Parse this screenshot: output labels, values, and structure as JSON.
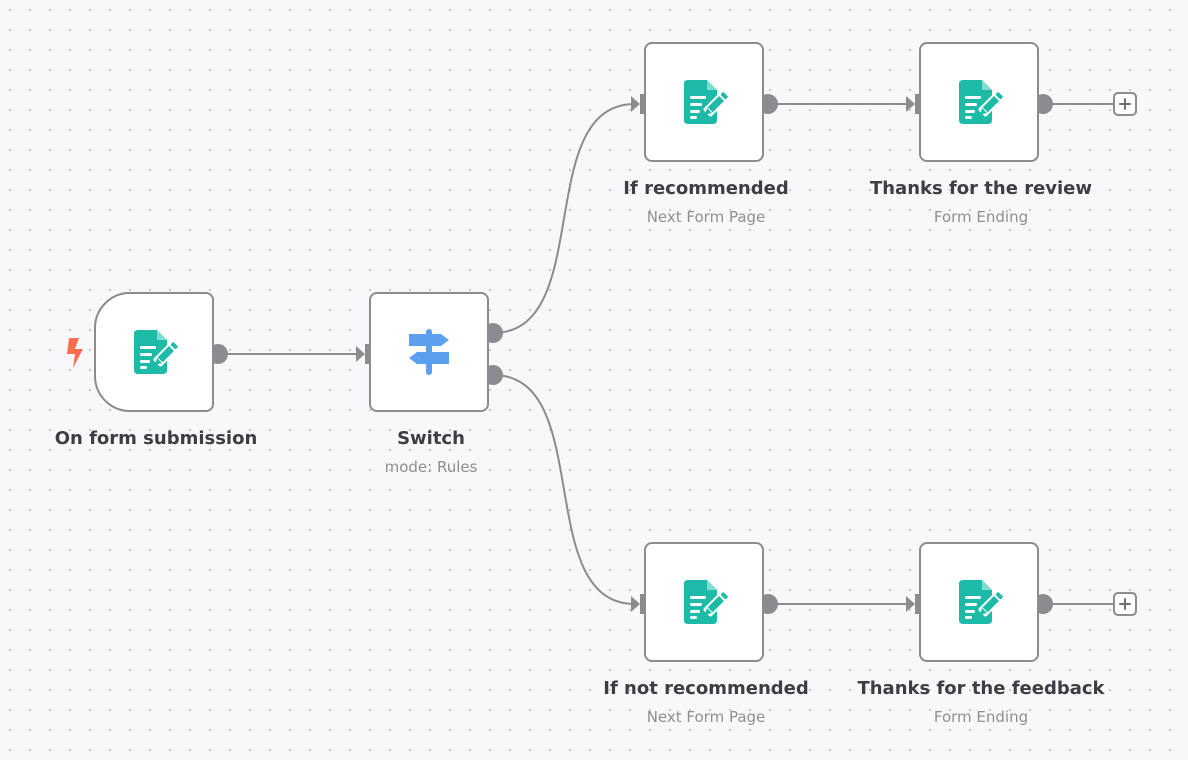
{
  "workflow": {
    "nodes": [
      {
        "id": "trigger",
        "title": "On form submission",
        "subtitle": "",
        "icon": "form-icon"
      },
      {
        "id": "switch",
        "title": "Switch",
        "subtitle": "mode: Rules",
        "icon": "signpost-icon"
      },
      {
        "id": "if-recommended",
        "title": "If recommended",
        "subtitle": "Next Form Page",
        "icon": "form-icon"
      },
      {
        "id": "thanks-review",
        "title": "Thanks for the review",
        "subtitle": "Form Ending",
        "icon": "form-icon"
      },
      {
        "id": "if-not-recommended",
        "title": "If not recommended",
        "subtitle": "Next Form Page",
        "icon": "form-icon"
      },
      {
        "id": "thanks-feedback",
        "title": "Thanks for the feedback",
        "subtitle": "Form Ending",
        "icon": "form-icon"
      }
    ]
  },
  "colors": {
    "form_icon": "#1dbaa8",
    "switch_icon": "#5aa0ee",
    "trigger_bolt": "#ff6d4f",
    "border": "#8b8b90",
    "connector": "#8b8b90",
    "node_title": "#3d3d44",
    "node_subtitle": "#8e8e94"
  }
}
